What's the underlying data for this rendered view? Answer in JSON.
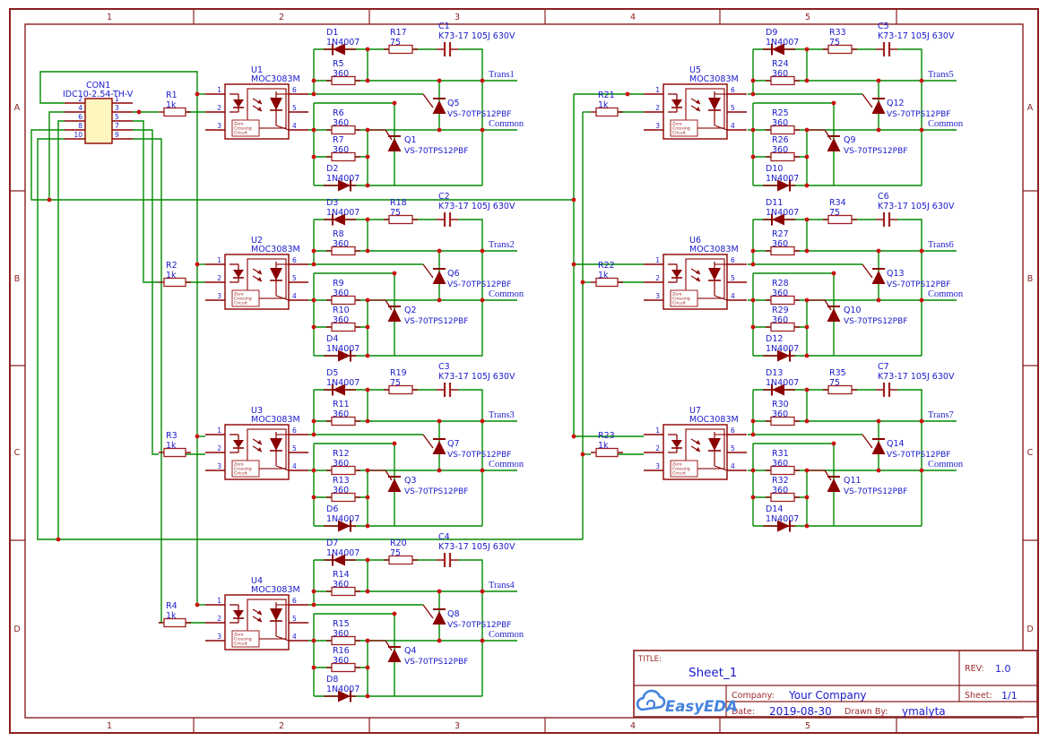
{
  "frame": {
    "columns": [
      "1",
      "2",
      "3",
      "4",
      "5"
    ],
    "rows": [
      "A",
      "B",
      "C",
      "D"
    ]
  },
  "title_block": {
    "title_label": "TITLE:",
    "title": "Sheet_1",
    "rev_label": "REV:",
    "rev": "1.0",
    "company_label": "Company:",
    "company": "Your Company",
    "sheet_label": "Sheet:",
    "sheet": "1/1",
    "date_label": "Date:",
    "date": "2019-08-30",
    "drawn_by_label": "Drawn By:",
    "drawn_by": "ymalyta",
    "logo_text": "EasyEDA"
  },
  "colors": {
    "wire_green": "#008A00",
    "component_red": "#A02020",
    "diode_fill": "#8B0000",
    "junction_red": "#CC1111",
    "label_blue": "#1A1ACC",
    "net_blue": "#2222CC",
    "frame_red": "#8B2020",
    "title_label_red": "#9E2A2A",
    "logo_blue": "#4583DC",
    "connector_fill": "#FFF6BF"
  },
  "connector": {
    "ref": "CON1",
    "value": "IDC10-2.54-TH-V",
    "left_pins": [
      "2",
      "4",
      "6",
      "8",
      "10"
    ],
    "right_pins": [
      "1",
      "3",
      "5",
      "7",
      "9"
    ]
  },
  "opto": {
    "value": "MOC3083M",
    "left_pins": [
      "1",
      "2",
      "3"
    ],
    "right_pins": [
      "6",
      "5",
      "4"
    ],
    "zero_crossing_lines": [
      "Zero",
      "Crossing",
      "Circuit"
    ]
  },
  "blocks": [
    {
      "opto_ref": "U1",
      "in_res_ref": "R1",
      "in_res_val": "1k",
      "top_diode_ref": "D1",
      "top_diode_val": "1N4007",
      "snub_res_ref": "R17",
      "snub_res_val": "75",
      "cap_ref": "C1",
      "cap_val": "K73-17 105J 630V",
      "res_a_ref": "R5",
      "res_a_val": "360",
      "res_b_ref": "R6",
      "res_b_val": "360",
      "res_c_ref": "R7",
      "res_c_val": "360",
      "bot_diode_ref": "D2",
      "bot_diode_val": "1N4007",
      "q_top_ref": "Q5",
      "q_top_val": "VS-70TPS12PBF",
      "q_bot_ref": "Q1",
      "q_bot_val": "VS-70TPS12PBF",
      "net_top": "Trans1",
      "net_bottom": "Common"
    },
    {
      "opto_ref": "U2",
      "in_res_ref": "R2",
      "in_res_val": "1k",
      "top_diode_ref": "D3",
      "top_diode_val": "1N4007",
      "snub_res_ref": "R18",
      "snub_res_val": "75",
      "cap_ref": "C2",
      "cap_val": "K73-17 105J 630V",
      "res_a_ref": "R8",
      "res_a_val": "360",
      "res_b_ref": "R9",
      "res_b_val": "360",
      "res_c_ref": "R10",
      "res_c_val": "360",
      "bot_diode_ref": "D4",
      "bot_diode_val": "1N4007",
      "q_top_ref": "Q6",
      "q_top_val": "VS-70TPS12PBF",
      "q_bot_ref": "Q2",
      "q_bot_val": "VS-70TPS12PBF",
      "net_top": "Trans2",
      "net_bottom": "Common"
    },
    {
      "opto_ref": "U3",
      "in_res_ref": "R3",
      "in_res_val": "1k",
      "top_diode_ref": "D5",
      "top_diode_val": "1N4007",
      "snub_res_ref": "R19",
      "snub_res_val": "75",
      "cap_ref": "C3",
      "cap_val": "K73-17 105J 630V",
      "res_a_ref": "R11",
      "res_a_val": "360",
      "res_b_ref": "R12",
      "res_b_val": "360",
      "res_c_ref": "R13",
      "res_c_val": "360",
      "bot_diode_ref": "D6",
      "bot_diode_val": "1N4007",
      "q_top_ref": "Q7",
      "q_top_val": "VS-70TPS12PBF",
      "q_bot_ref": "Q3",
      "q_bot_val": "VS-70TPS12PBF",
      "net_top": "Trans3",
      "net_bottom": "Common"
    },
    {
      "opto_ref": "U4",
      "in_res_ref": "R4",
      "in_res_val": "1k",
      "top_diode_ref": "D7",
      "top_diode_val": "1N4007",
      "snub_res_ref": "R20",
      "snub_res_val": "75",
      "cap_ref": "C4",
      "cap_val": "K73-17 105J 630V",
      "res_a_ref": "R14",
      "res_a_val": "360",
      "res_b_ref": "R15",
      "res_b_val": "360",
      "res_c_ref": "R16",
      "res_c_val": "360",
      "bot_diode_ref": "D8",
      "bot_diode_val": "1N4007",
      "q_top_ref": "Q8",
      "q_top_val": "VS-70TPS12PBF",
      "q_bot_ref": "Q4",
      "q_bot_val": "VS-70TPS12PBF",
      "net_top": "Trans4",
      "net_bottom": "Common"
    },
    {
      "opto_ref": "U5",
      "in_res_ref": "R21",
      "in_res_val": "1k",
      "top_diode_ref": "D9",
      "top_diode_val": "1N4007",
      "snub_res_ref": "R33",
      "snub_res_val": "75",
      "cap_ref": "C5",
      "cap_val": "K73-17 105J 630V",
      "res_a_ref": "R24",
      "res_a_val": "360",
      "res_b_ref": "R25",
      "res_b_val": "360",
      "res_c_ref": "R26",
      "res_c_val": "360",
      "bot_diode_ref": "D10",
      "bot_diode_val": "1N4007",
      "q_top_ref": "Q12",
      "q_top_val": "VS-70TPS12PBF",
      "q_bot_ref": "Q9",
      "q_bot_val": "VS-70TPS12PBF",
      "net_top": "Trans5",
      "net_bottom": "Common"
    },
    {
      "opto_ref": "U6",
      "in_res_ref": "R22",
      "in_res_val": "1k",
      "top_diode_ref": "D11",
      "top_diode_val": "1N4007",
      "snub_res_ref": "R34",
      "snub_res_val": "75",
      "cap_ref": "C6",
      "cap_val": "K73-17 105J 630V",
      "res_a_ref": "R27",
      "res_a_val": "360",
      "res_b_ref": "R28",
      "res_b_val": "360",
      "res_c_ref": "R29",
      "res_c_val": "360",
      "bot_diode_ref": "D12",
      "bot_diode_val": "1N4007",
      "q_top_ref": "Q13",
      "q_top_val": "VS-70TPS12PBF",
      "q_bot_ref": "Q10",
      "q_bot_val": "VS-70TPS12PBF",
      "net_top": "Trans6",
      "net_bottom": "Common"
    },
    {
      "opto_ref": "U7",
      "in_res_ref": "R23",
      "in_res_val": "1k",
      "top_diode_ref": "D13",
      "top_diode_val": "1N4007",
      "snub_res_ref": "R35",
      "snub_res_val": "75",
      "cap_ref": "C7",
      "cap_val": "K73-17 105J 630V",
      "res_a_ref": "R30",
      "res_a_val": "360",
      "res_b_ref": "R31",
      "res_b_val": "360",
      "res_c_ref": "R32",
      "res_c_val": "360",
      "bot_diode_ref": "D14",
      "bot_diode_val": "1N4007",
      "q_top_ref": "Q14",
      "q_top_val": "VS-70TPS12PBF",
      "q_bot_ref": "Q11",
      "q_bot_val": "VS-70TPS12PBF",
      "net_top": "Trans7",
      "net_bottom": "Common"
    }
  ]
}
